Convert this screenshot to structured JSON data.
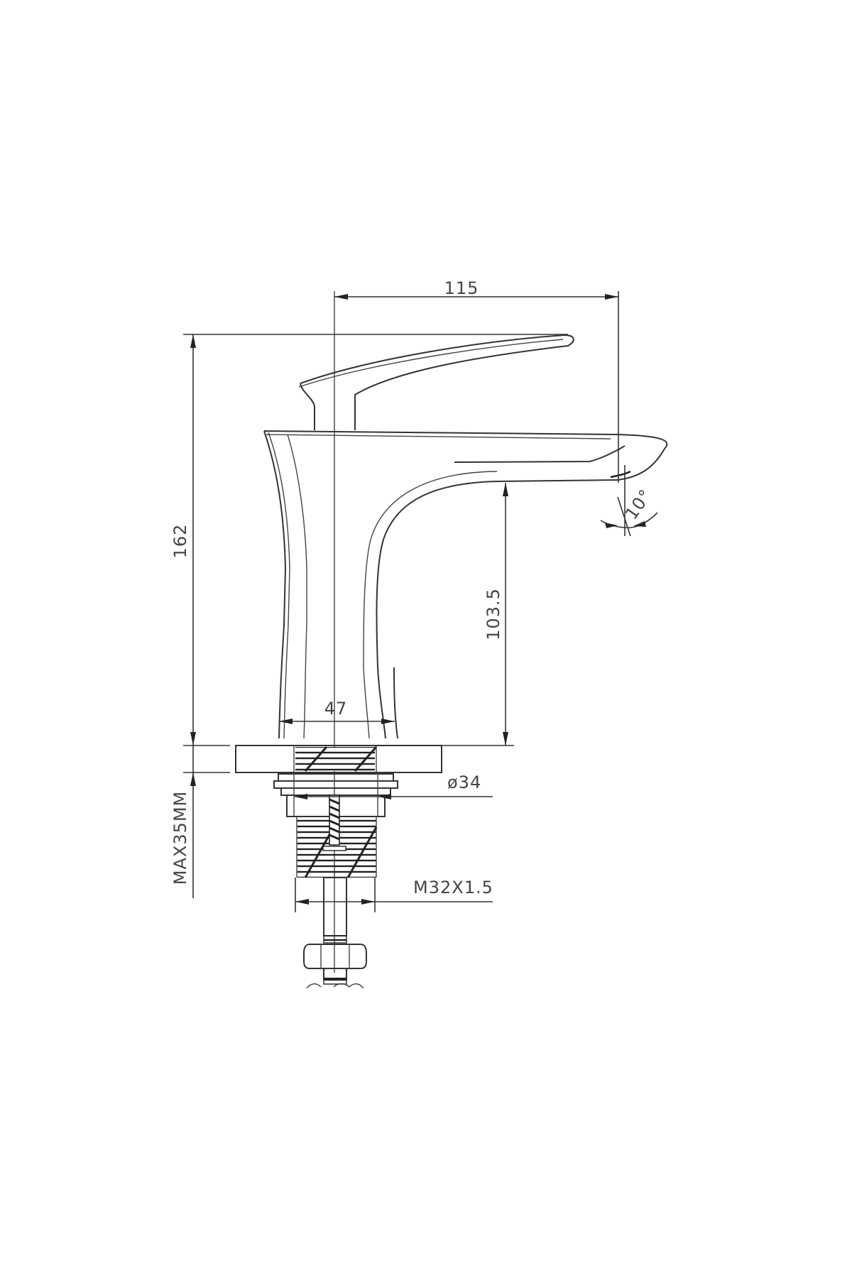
{
  "drawing": {
    "subject": "Basin mixer faucet technical drawing",
    "line_color": "#333333",
    "background": "#ffffff"
  },
  "dimensions": {
    "spout_reach": "115",
    "overall_height": "162",
    "spout_height": "103.5",
    "base_diameter": "47",
    "nut_diameter": "ø34",
    "max_deck_thickness": "MAX35MM",
    "thread_spec": "M32X1.5",
    "spout_angle": "10°"
  }
}
